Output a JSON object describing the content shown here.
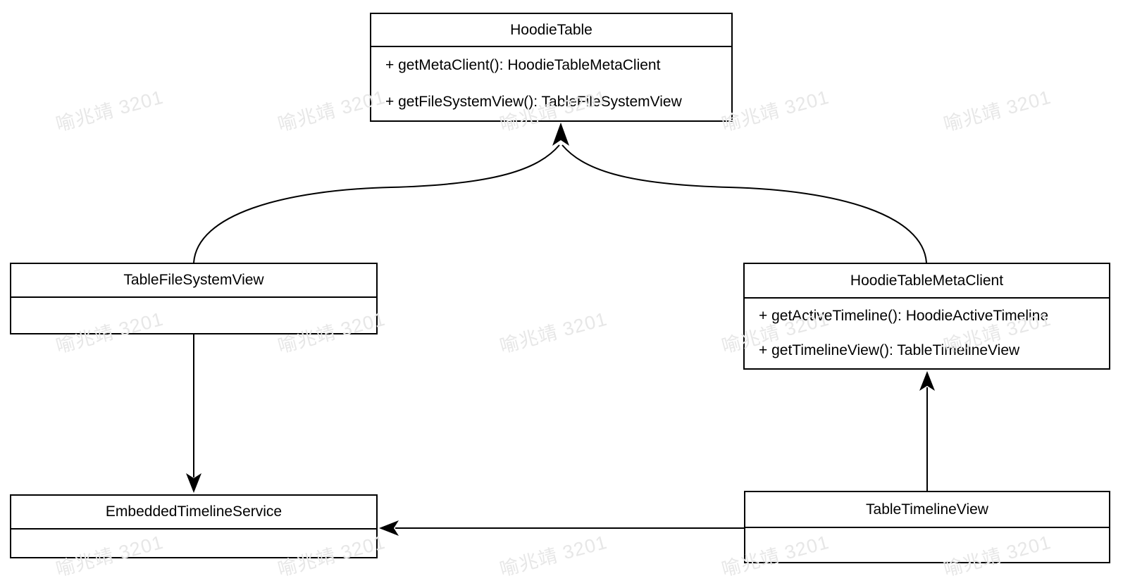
{
  "diagram": {
    "type": "uml-class-diagram",
    "colors": {
      "stroke": "#000000",
      "background": "#ffffff",
      "watermark": "#e7e7e7"
    },
    "watermark": {
      "text": "喻兆靖 3201"
    },
    "classes": [
      {
        "name": "HoodieTable",
        "methods": [
          "+ getMetaClient(): HoodieTableMetaClient",
          "+ getFileSystemView(): TableFileSystemView"
        ]
      },
      {
        "name": "TableFileSystemView",
        "methods": []
      },
      {
        "name": "HoodieTableMetaClient",
        "methods": [
          "+ getActiveTimeline(): HoodieActiveTimeline",
          "+ getTimelineView(): TableTimelineView"
        ]
      },
      {
        "name": "EmbeddedTimelineService",
        "methods": []
      },
      {
        "name": "TableTimelineView",
        "methods": []
      }
    ],
    "relations": [
      {
        "from": "TableFileSystemView",
        "to": "HoodieTable",
        "style": "curved, filled arrowhead at HoodieTable bottom"
      },
      {
        "from": "HoodieTableMetaClient",
        "to": "HoodieTable",
        "style": "curved, filled arrowhead at HoodieTable bottom"
      },
      {
        "from": "TableFileSystemView",
        "to": "EmbeddedTimelineService",
        "style": "straight vertical, filled arrowhead pointing down"
      },
      {
        "from": "TableTimelineView",
        "to": "HoodieTableMetaClient",
        "style": "straight vertical, filled arrowhead pointing up"
      },
      {
        "from": "TableTimelineView",
        "to": "EmbeddedTimelineService",
        "style": "straight horizontal, filled arrowhead pointing left"
      }
    ]
  }
}
